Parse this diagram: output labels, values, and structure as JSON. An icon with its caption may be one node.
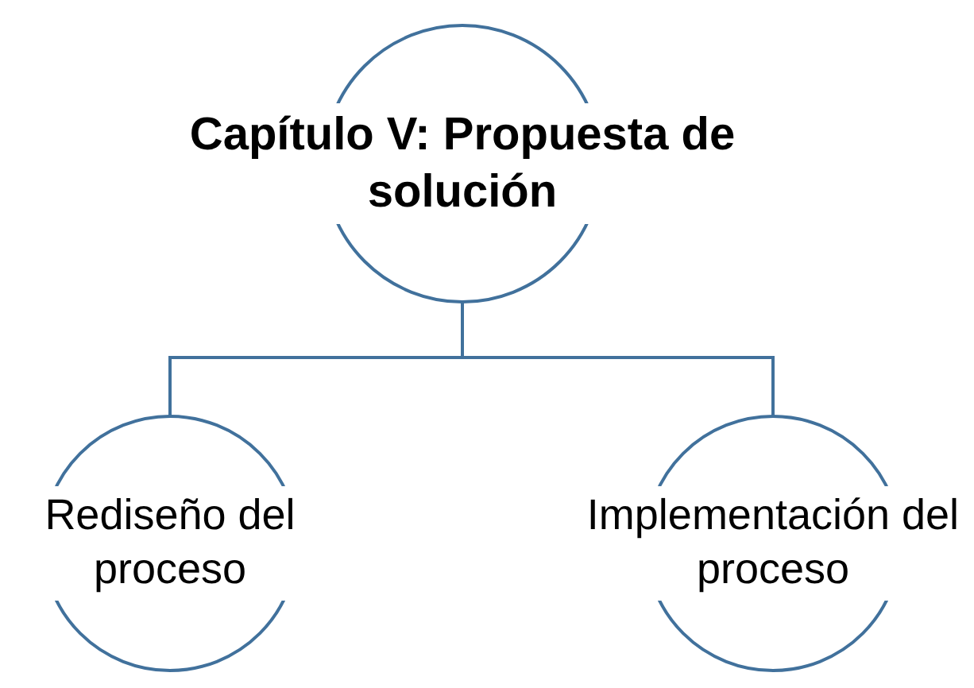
{
  "diagram": {
    "nodes": [
      {
        "text": [
          "Capítulo V: Propuesta de solución"
        ]
      },
      {
        "text": [
          "Rediseño del proceso"
        ]
      },
      {
        "text": [
          "Implementación del proceso"
        ]
      }
    ],
    "edges": [
      {
        "from": 0,
        "to": 1,
        "arrow": "none"
      },
      {
        "from": 0,
        "to": 2,
        "arrow": "none"
      }
    ]
  }
}
